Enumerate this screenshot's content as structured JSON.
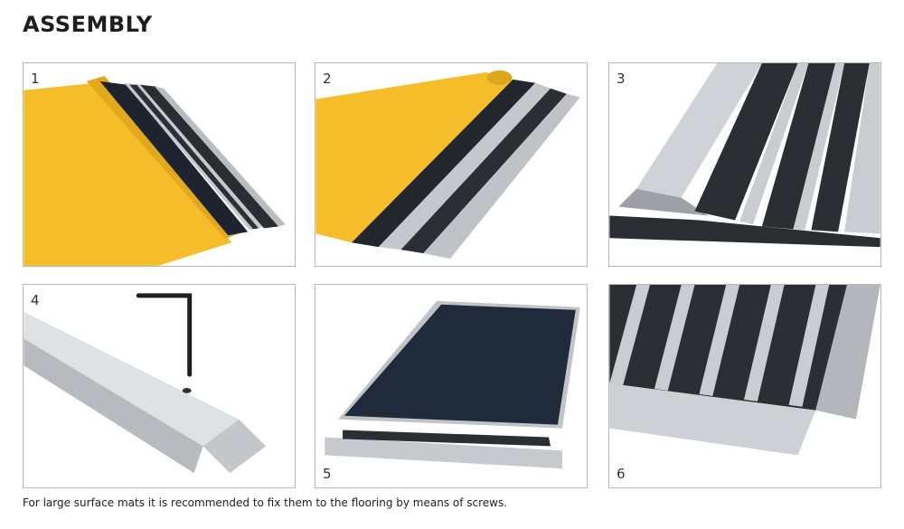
{
  "page": {
    "title": "ASSEMBLY",
    "caption": "For large surface mats it is recommended to fix them to the flooring by means of screws."
  },
  "panels": [
    {
      "number": "1"
    },
    {
      "number": "2"
    },
    {
      "number": "3"
    },
    {
      "number": "4"
    },
    {
      "number": "5"
    },
    {
      "number": "6"
    }
  ],
  "colors": {
    "yellow_sheet": "#f5bd2a",
    "aluminium": "#c9ccd0",
    "carpet": "#2b2e33",
    "dark_mat": "#1f2a3a"
  }
}
